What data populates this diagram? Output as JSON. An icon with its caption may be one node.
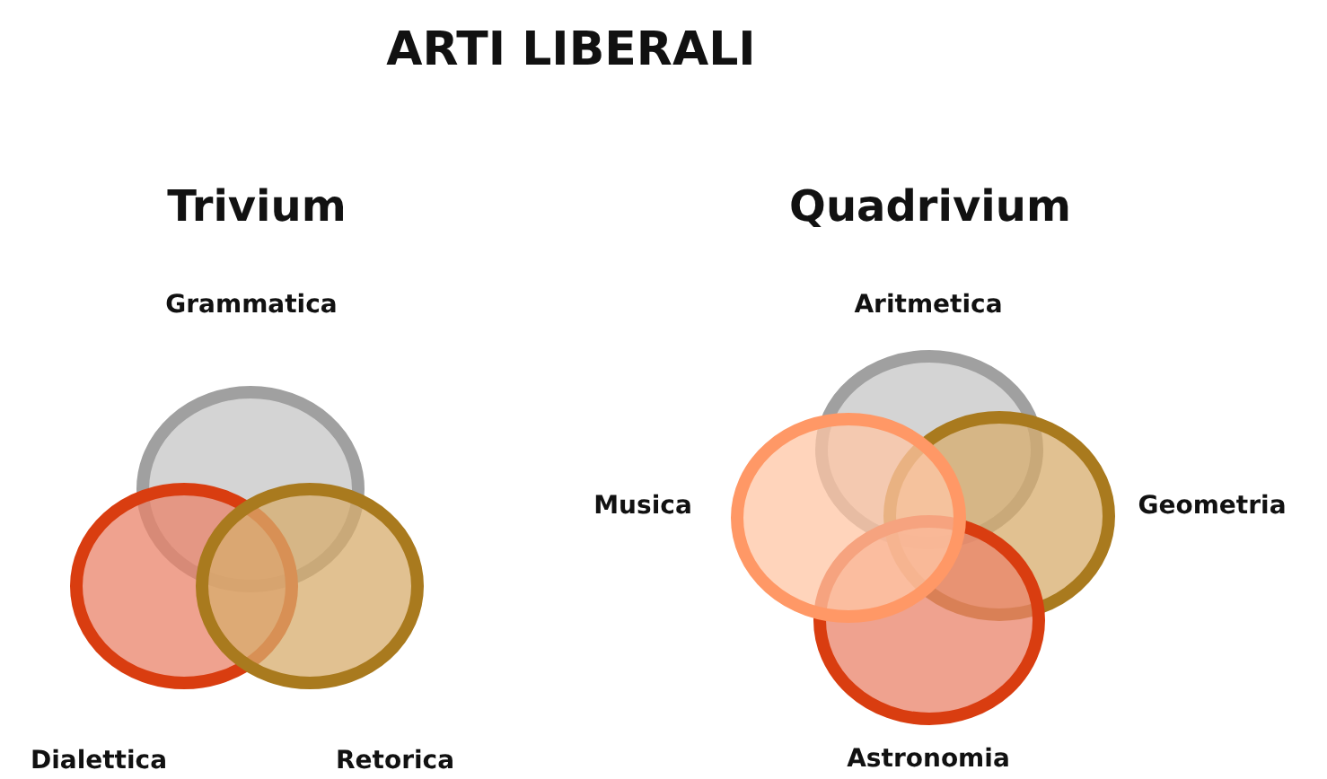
{
  "diagram": {
    "title": "ARTI LIBERALI",
    "nodes": [
      {
        "text": [],
        "shape": "circle",
        "beside": [
          "Grammatica"
        ]
      },
      {
        "text": [],
        "shape": "circle",
        "beside": [
          "Dialettica"
        ]
      },
      {
        "text": [],
        "shape": "circle",
        "beside": [
          "Retorica"
        ]
      },
      {
        "text": [],
        "shape": "circle",
        "beside": [
          "Aritmetica"
        ]
      },
      {
        "text": [],
        "shape": "circle",
        "beside": [
          "Musica"
        ]
      },
      {
        "text": [],
        "shape": "circle",
        "beside": [
          "Geometria"
        ]
      },
      {
        "text": [],
        "shape": "circle",
        "beside": [
          "Astronomia"
        ]
      }
    ],
    "labels": [
      "Trivium",
      "Quadrivium"
    ]
  }
}
